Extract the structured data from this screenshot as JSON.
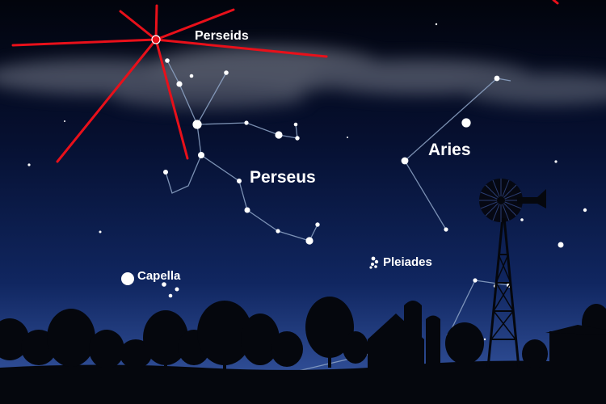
{
  "labels": {
    "perseids": "Perseids",
    "perseus": "Perseus",
    "aries": "Aries",
    "pleiades": "Pleiades",
    "capella": "Capella"
  },
  "colors": {
    "sky_top": "#02040c",
    "sky_mid": "#0b1a44",
    "sky_horizon": "#3a5ba8",
    "meteor_rays": "#e8101a",
    "star": "#ffffff",
    "constellation_lines": "#8fa6c8",
    "silhouette": "#05070d"
  }
}
